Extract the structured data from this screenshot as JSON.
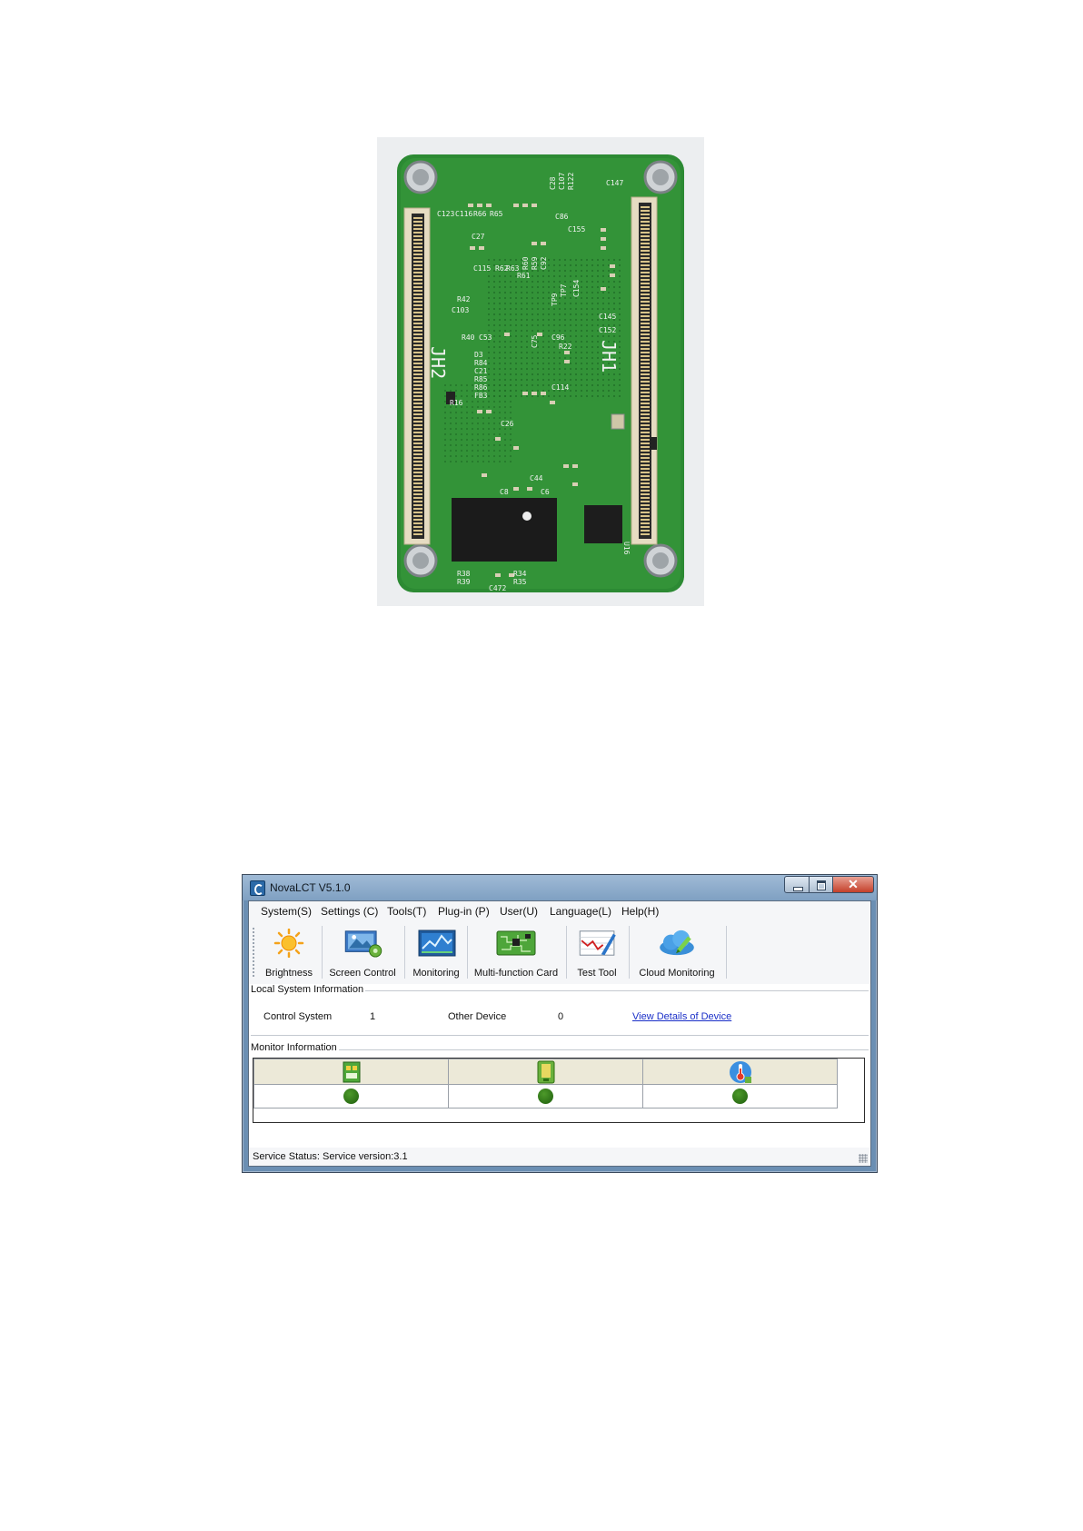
{
  "pcb": {
    "silk_labels": [
      "JH2",
      "JH1",
      "C472",
      "C53",
      "R40",
      "C96",
      "D3",
      "R84",
      "C21",
      "R85",
      "R86",
      "FB3",
      "C26",
      "C44",
      "C114",
      "C115",
      "C123",
      "C116",
      "R66",
      "R65",
      "C27",
      "R62",
      "R63",
      "R61",
      "R60",
      "R59",
      "C92",
      "TP7",
      "TP9",
      "C103",
      "R42",
      "C147",
      "C155",
      "C152",
      "C145",
      "C154",
      "C86",
      "C28",
      "C107",
      "R122",
      "R22",
      "R16",
      "R34",
      "R35",
      "R38",
      "R39",
      "U16",
      "C8",
      "C6",
      "C75"
    ]
  },
  "window": {
    "title": "NovaLCT V5.1.0",
    "close_symbol": "✕"
  },
  "menu": {
    "items": [
      "System(S)",
      "Settings (C)",
      "Tools(T)",
      "Plug-in (P)",
      "User(U)",
      "Language(L)",
      "Help(H)"
    ]
  },
  "toolbar": {
    "buttons": [
      {
        "label": "Brightness",
        "icon": "sun-icon"
      },
      {
        "label": "Screen Control",
        "icon": "screen-control-icon"
      },
      {
        "label": "Monitoring",
        "icon": "monitoring-icon"
      },
      {
        "label": "Multi-function Card",
        "icon": "circuit-card-icon"
      },
      {
        "label": "Test Tool",
        "icon": "chart-test-icon"
      },
      {
        "label": "Cloud Monitoring",
        "icon": "cloud-icon"
      }
    ]
  },
  "local_system": {
    "group_title": "Local System Information",
    "control_system_label": "Control System",
    "control_system_value": "1",
    "other_device_label": "Other Device",
    "other_device_value": "0",
    "details_link": "View Details of Device"
  },
  "monitor": {
    "group_title": "Monitor Information",
    "columns": [
      {
        "icon": "receiving-card-icon",
        "status": "ok",
        "status_color": "#2f7a17"
      },
      {
        "icon": "sending-card-icon",
        "status": "ok",
        "status_color": "#2f7a17"
      },
      {
        "icon": "thermometer-icon",
        "status": "ok",
        "status_color": "#2f7a17"
      }
    ]
  },
  "status_bar": {
    "text": "Service Status:  Service version:3.1"
  }
}
